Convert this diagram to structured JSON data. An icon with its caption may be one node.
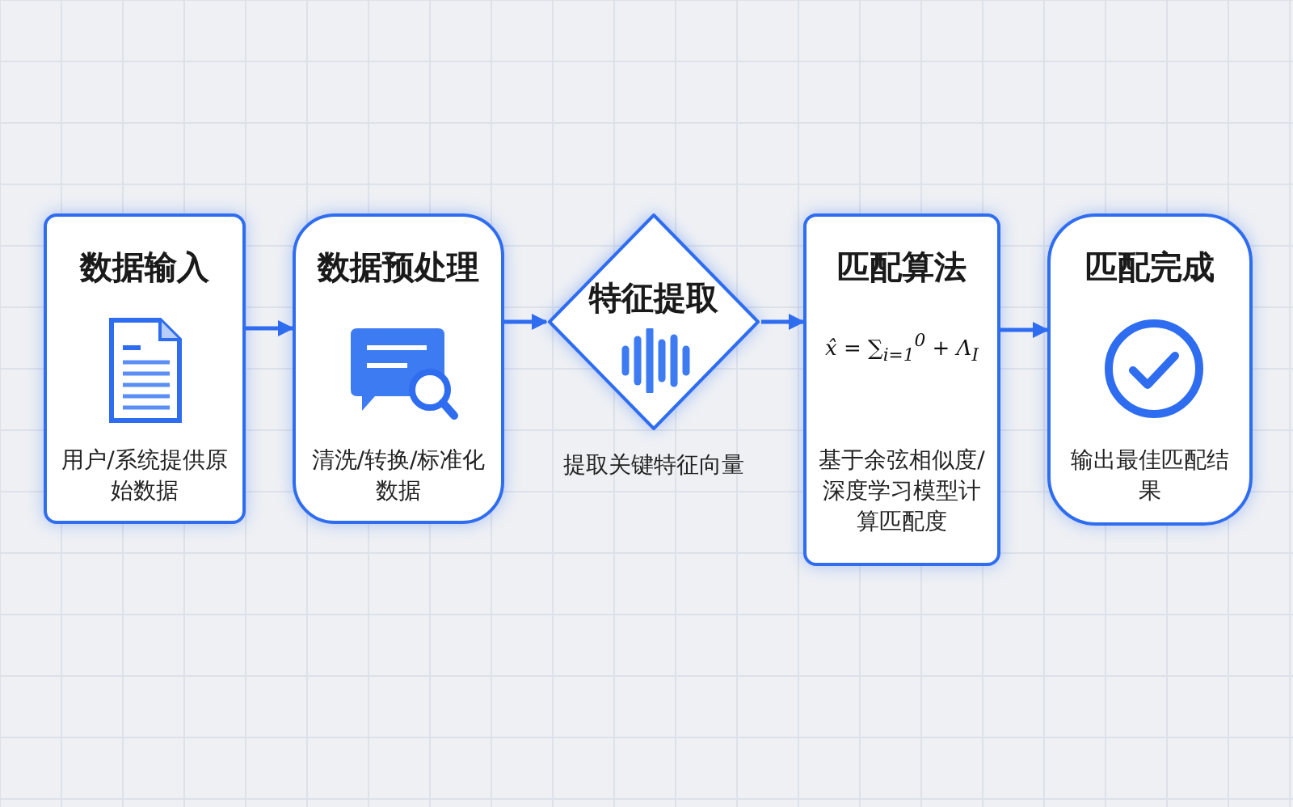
{
  "diagram": {
    "nodes": [
      {
        "text": [
          "数据输入",
          "用户/系统提供原始数据"
        ]
      },
      {
        "text": [
          "数据预处理",
          "清洗/转换/标准化数据"
        ]
      },
      {
        "text": [
          "特征提取"
        ],
        "beside": [
          "提取关键特征向量"
        ]
      },
      {
        "text": [
          "匹配算法",
          "x̂ = ∑$_{i=1}$$^{0}$ + Λ$_{I}$",
          "基于余弦相似度/深度学习模型计算匹配度"
        ]
      },
      {
        "text": [
          "匹配完成",
          "输出最佳匹配结果"
        ]
      }
    ],
    "edges": [
      {
        "from": 0,
        "to": 1,
        "arrow": "to"
      },
      {
        "from": 1,
        "to": 2,
        "arrow": "to"
      },
      {
        "from": 2,
        "to": 3,
        "arrow": "to"
      },
      {
        "from": 3,
        "to": 4,
        "arrow": "to"
      }
    ]
  }
}
